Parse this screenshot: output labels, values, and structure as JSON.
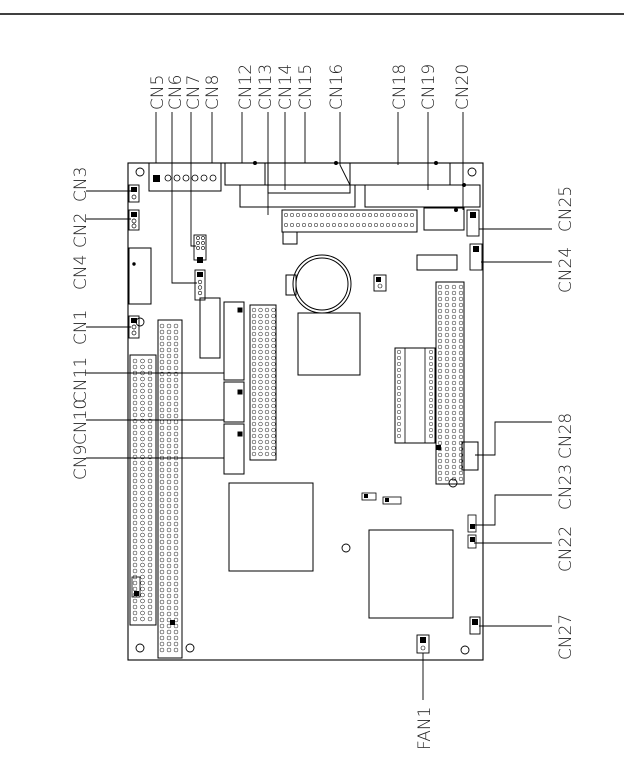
{
  "diagram": {
    "labels_left": {
      "cn3": "CN3",
      "cn2": "CN2",
      "cn4": "CN4",
      "cn1": "CN1",
      "cn11": "CN11",
      "cn10": "CN10",
      "cn9": "CN9"
    },
    "labels_top": {
      "cn5": "CN5",
      "cn6": "CN6",
      "cn7": "CN7",
      "cn8": "CN8",
      "cn12": "CN12",
      "cn13": "CN13",
      "cn14": "CN14",
      "cn15": "CN15",
      "cn16": "CN16",
      "cn18": "CN18",
      "cn19": "CN19",
      "cn20": "CN20"
    },
    "labels_right": {
      "cn25": "CN25",
      "cn24": "CN24",
      "cn28": "CN28",
      "cn23": "CN23",
      "cn22": "CN22",
      "cn27": "CN27"
    },
    "labels_bottom": {
      "fan1": "FAN1"
    }
  }
}
